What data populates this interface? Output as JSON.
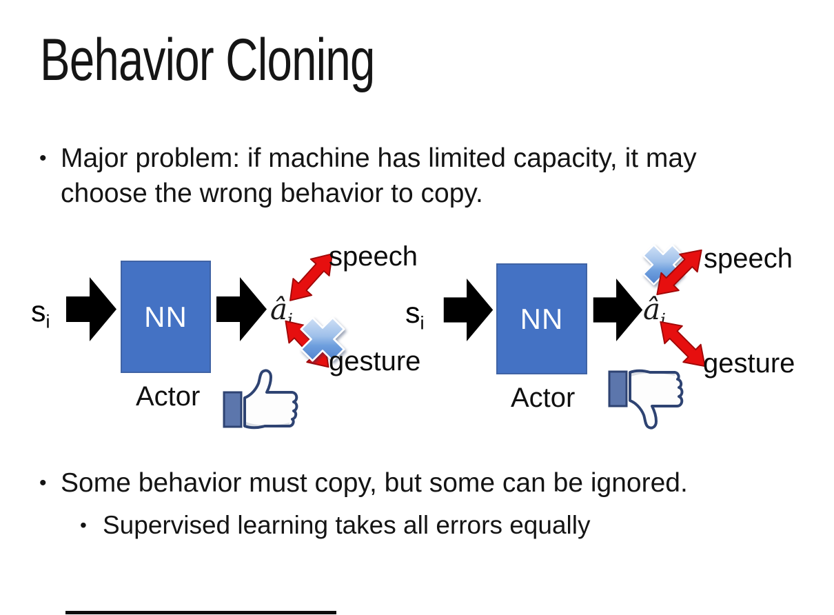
{
  "slide": {
    "title": "Behavior Cloning",
    "bullet_glyph": "•",
    "bullet1": "Major problem: if machine has limited capacity, it may choose the wrong behavior to copy.",
    "bullet2": "Some behavior must copy, but some can be ignored.",
    "bullet2_sub": "Supervised learning takes all errors equally"
  },
  "diagrams": {
    "left": {
      "input": "s",
      "input_sub": "i",
      "box": "NN",
      "caption": "Actor",
      "output": "â",
      "output_sub": "i",
      "branch_top": "speech",
      "branch_bottom": "gesture",
      "crossed_branch": "gesture",
      "feedback": "thumbs-up"
    },
    "right": {
      "input": "s",
      "input_sub": "i",
      "box": "NN",
      "caption": "Actor",
      "output": "â",
      "output_sub": "i",
      "branch_top": "speech",
      "branch_bottom": "gesture",
      "crossed_branch": "speech",
      "feedback": "thumbs-down"
    }
  },
  "colors": {
    "background": "#FFFFFF",
    "text": "#141414",
    "nn_box_fill": "#4472C4",
    "nn_box_border": "#3F63A5",
    "nn_box_text": "#FFFFFF",
    "block_arrow": "#000000",
    "red_arrow": "#E60F0F",
    "red_arrow_edge": "#A00808",
    "cross_blue": "#4D86D4",
    "thumb_outline": "#2E4372",
    "thumb_cuff": "#5C76AC",
    "thumb_shade": "#D9DDE3",
    "footer_line": "#0C0C0C"
  }
}
